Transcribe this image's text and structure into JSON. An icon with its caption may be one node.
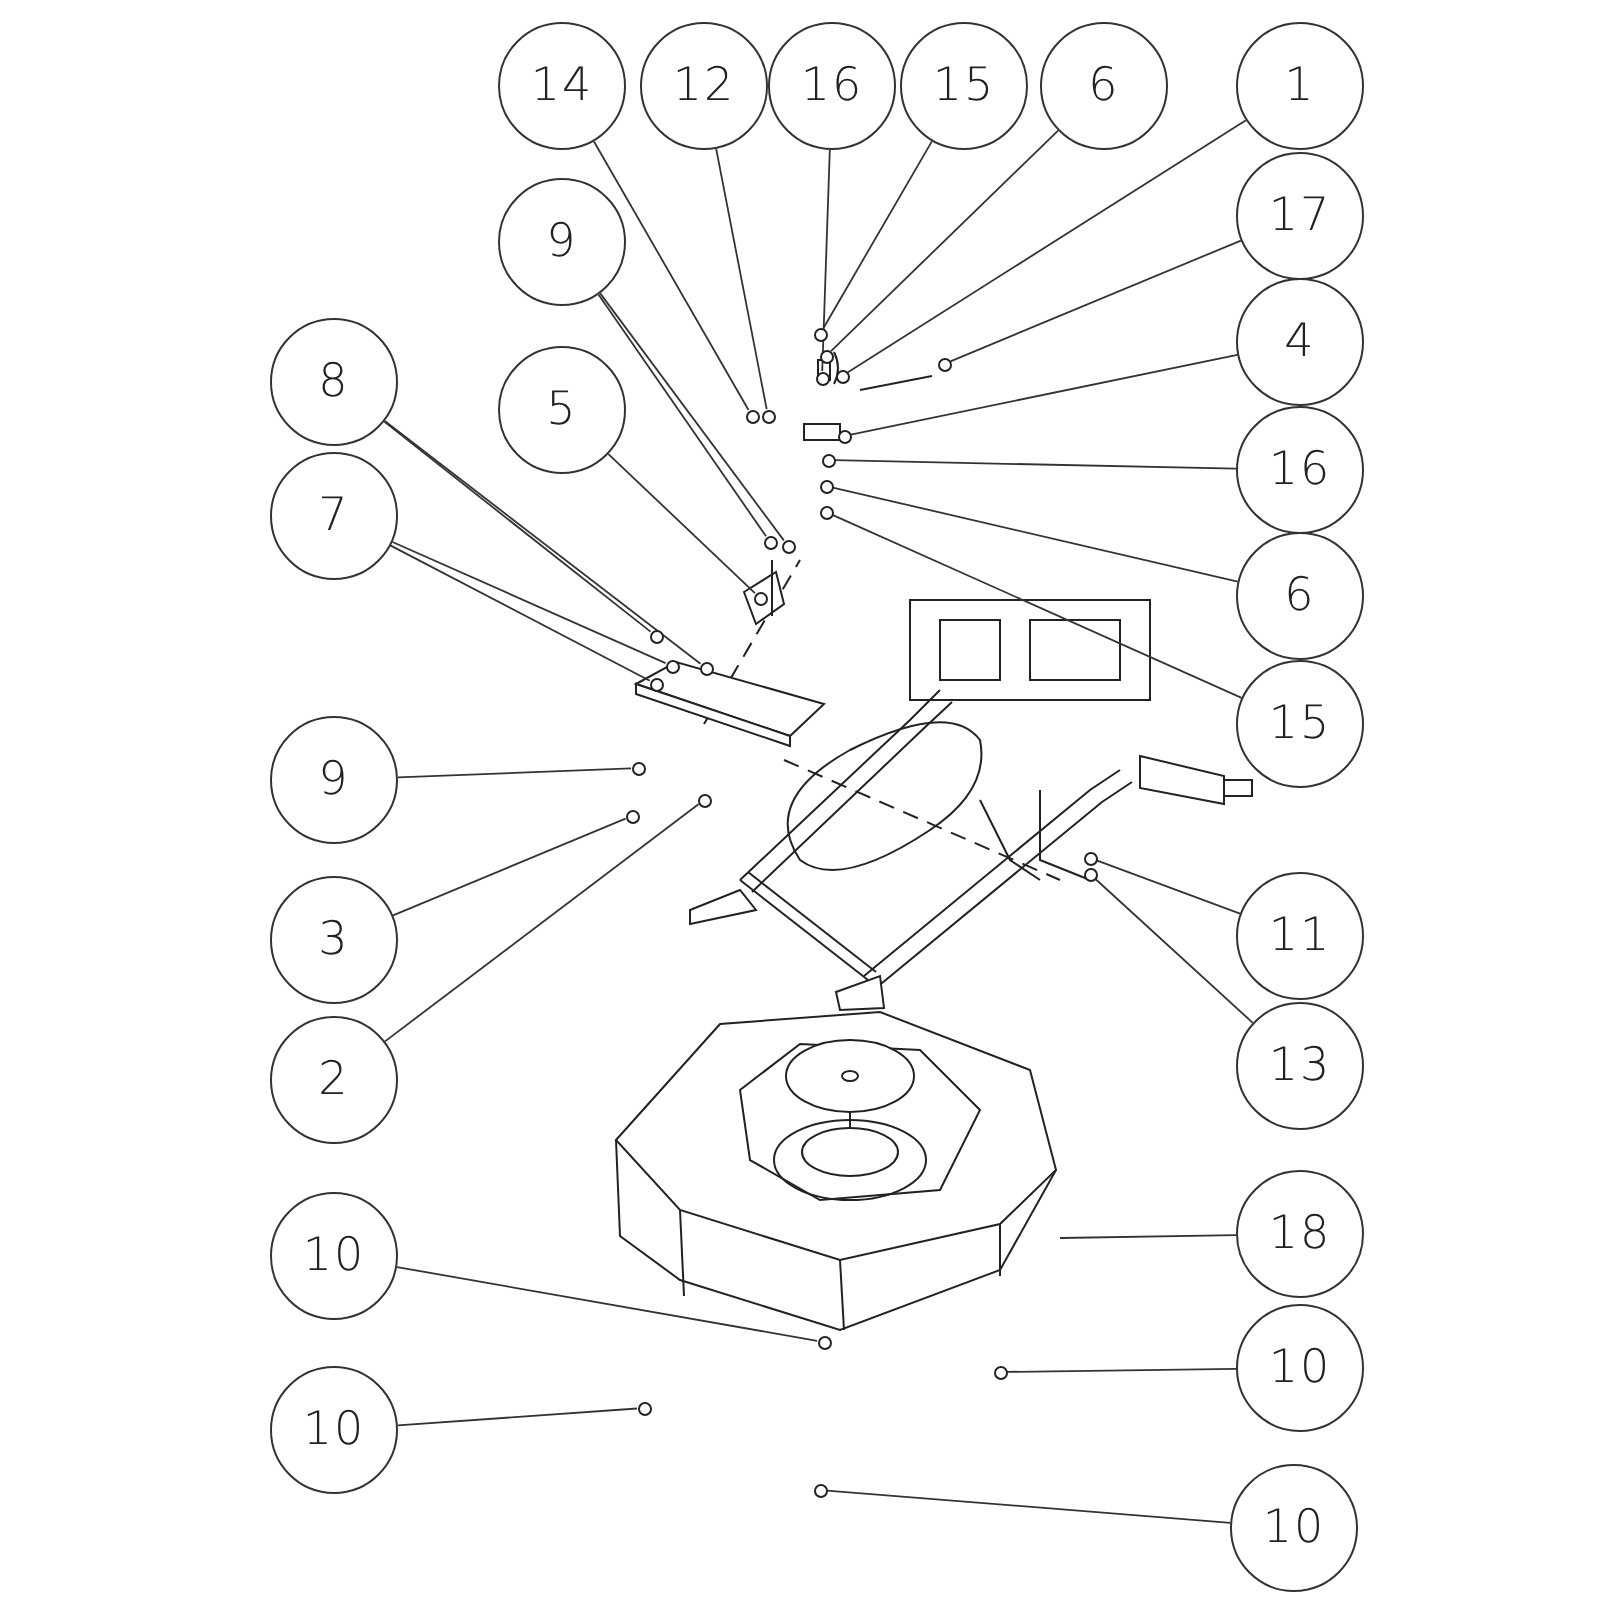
{
  "diagram": {
    "nodes": [
      {
        "text": [
          "14"
        ]
      },
      {
        "text": [
          "12"
        ]
      },
      {
        "text": [
          "16"
        ]
      },
      {
        "text": [
          "15"
        ]
      },
      {
        "text": [
          "6"
        ]
      },
      {
        "text": [
          "1"
        ]
      },
      {
        "text": [
          "17"
        ]
      },
      {
        "text": [
          "9"
        ]
      },
      {
        "text": [
          "4"
        ]
      },
      {
        "text": [
          "8"
        ]
      },
      {
        "text": [
          "5"
        ]
      },
      {
        "text": [
          "16"
        ]
      },
      {
        "text": [
          "7"
        ]
      },
      {
        "text": [
          "6"
        ]
      },
      {
        "text": [
          "15"
        ]
      },
      {
        "text": [
          "9"
        ]
      },
      {
        "text": [
          "11"
        ]
      },
      {
        "text": [
          "3"
        ]
      },
      {
        "text": [
          "13"
        ]
      },
      {
        "text": [
          "2"
        ]
      },
      {
        "text": [
          "18"
        ]
      },
      {
        "text": [
          "10"
        ]
      },
      {
        "text": [
          "10"
        ]
      },
      {
        "text": [
          "10"
        ]
      },
      {
        "text": [
          "10"
        ]
      },
      {
        "text": [],
        "shape": "circle"
      },
      {
        "text": [],
        "shape": "circle"
      },
      {
        "text": [],
        "shape": "circle"
      },
      {
        "text": [],
        "shape": "circle"
      },
      {
        "text": [],
        "shape": "circle"
      },
      {
        "text": [],
        "shape": "circle"
      },
      {
        "text": [],
        "shape": "circle"
      },
      {
        "text": [],
        "shape": "circle"
      },
      {
        "text": [],
        "shape": "circle"
      },
      {
        "text": [],
        "shape": "circle"
      },
      {
        "text": [],
        "shape": "circle"
      },
      {
        "text": [],
        "shape": "circle"
      },
      {
        "text": [],
        "shape": "circle"
      },
      {
        "text": [],
        "shape": "circle"
      },
      {
        "text": [],
        "shape": "circle"
      },
      {
        "text": [],
        "shape": "circle"
      },
      {
        "text": [],
        "shape": "circle"
      },
      {
        "text": [],
        "shape": "circle"
      },
      {
        "text": [],
        "shape": "circle"
      },
      {
        "text": [],
        "shape": "circle"
      },
      {
        "text": [],
        "shape": "circle"
      },
      {
        "text": [],
        "shape": "circle"
      },
      {
        "text": [],
        "shape": "circle"
      },
      {
        "text": [],
        "shape": "picture"
      },
      {
        "text": [],
        "shape": "circle"
      },
      {
        "text": [],
        "shape": "circle"
      },
      {
        "text": [],
        "shape": "circle"
      },
      {
        "text": [],
        "shape": "circle"
      }
    ],
    "edges": [
      {
        "from": 0,
        "to": 25,
        "arrow": "none"
      },
      {
        "from": 1,
        "to": 26,
        "arrow": "none"
      },
      {
        "from": 2,
        "to": 27,
        "arrow": "none"
      },
      {
        "from": 3,
        "to": 28,
        "arrow": "none"
      },
      {
        "from": 4,
        "to": 29,
        "arrow": "none"
      },
      {
        "from": 5,
        "to": 30,
        "arrow": "none"
      },
      {
        "from": 6,
        "to": 31,
        "arrow": "none"
      },
      {
        "from": 7,
        "to": 32,
        "arrow": "none"
      },
      {
        "from": 7,
        "to": 33,
        "arrow": "none"
      },
      {
        "from": 8,
        "to": 34,
        "arrow": "none"
      },
      {
        "from": 9,
        "to": 35,
        "arrow": "none"
      },
      {
        "from": 9,
        "to": 36,
        "arrow": "none"
      },
      {
        "from": 10,
        "to": 37,
        "arrow": "none"
      },
      {
        "from": 11,
        "to": 38,
        "arrow": "none"
      },
      {
        "from": 12,
        "to": 39,
        "arrow": "none"
      },
      {
        "from": 12,
        "to": 40,
        "arrow": "none"
      },
      {
        "from": 13,
        "to": 41,
        "arrow": "none"
      },
      {
        "from": 14,
        "to": 42,
        "arrow": "none"
      },
      {
        "from": 15,
        "to": 43,
        "arrow": "none"
      },
      {
        "from": 16,
        "to": 44,
        "arrow": "none"
      },
      {
        "from": 17,
        "to": 45,
        "arrow": "none"
      },
      {
        "from": 18,
        "to": 46,
        "arrow": "none"
      },
      {
        "from": 19,
        "to": 47,
        "arrow": "none"
      },
      {
        "from": 20,
        "to": 48,
        "arrow": "none"
      },
      {
        "from": 21,
        "to": 49,
        "arrow": "none"
      },
      {
        "from": 22,
        "to": 50,
        "arrow": "none"
      },
      {
        "from": 23,
        "to": 51,
        "arrow": "none"
      },
      {
        "from": 24,
        "to": 52,
        "arrow": "none"
      }
    ]
  }
}
